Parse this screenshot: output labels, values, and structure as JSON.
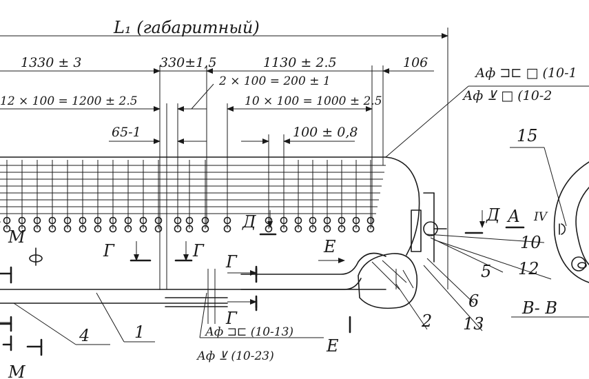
{
  "dimensions": {
    "overall": "L₁ (габаритный)",
    "d1330": "1330 ± 3",
    "d330": "330±1,5",
    "d1130": "1130 ± 2.5",
    "d106": "106",
    "pitch12": "12 × 100 = 1200 ± 2.5",
    "pitch2": "2 × 100 = 200 ± 1",
    "pitch10": "10 × 100 = 1000 ± 2.5",
    "d65": "65-1",
    "d100": "100 ± 0,8"
  },
  "welds": {
    "top1": "Аф ⊐⊏ □ (10-1",
    "top2": "Аф ⊻ □ (10-2",
    "bottom1": "Аф ⊐⊏ (10-13)",
    "bottom2": "Аф ⊻ (10-23)"
  },
  "sections": {
    "m": "М",
    "g": "Г",
    "d": "Д",
    "a": "А",
    "iv": "IV",
    "e": "Е",
    "vv": "В- В"
  },
  "callouts": {
    "c15": "15",
    "c10": "10",
    "c12": "12",
    "c5": "5",
    "c6": "6",
    "c13": "13",
    "c2": "2",
    "c4": "4",
    "c1": "1"
  }
}
